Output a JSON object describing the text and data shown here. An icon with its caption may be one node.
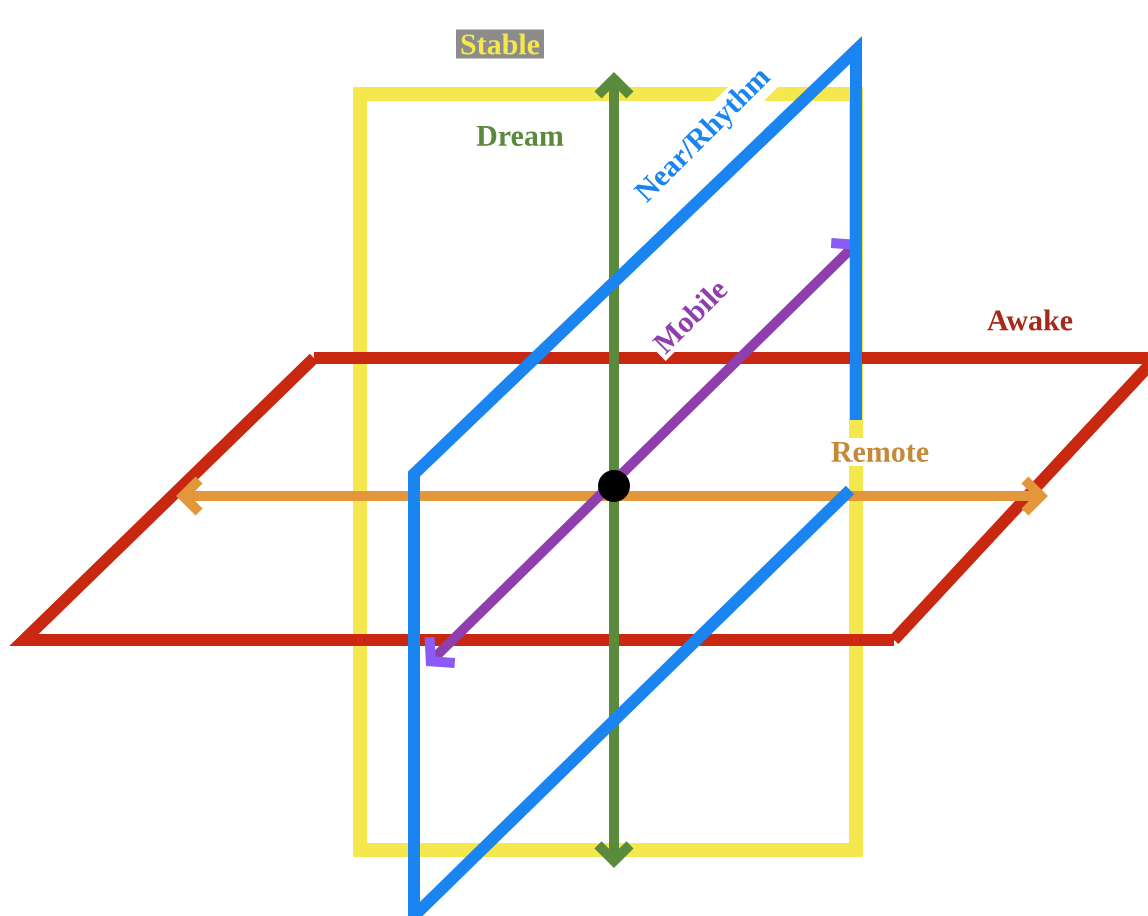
{
  "diagram": {
    "nodes": [
      {
        "text": [
          "Stable"
        ]
      },
      {
        "text": [
          "Awake"
        ]
      },
      {
        "text": [
          "Near/Rhythm"
        ]
      }
    ],
    "labels": [
      "Dream",
      "Mobile",
      "Remote"
    ]
  }
}
